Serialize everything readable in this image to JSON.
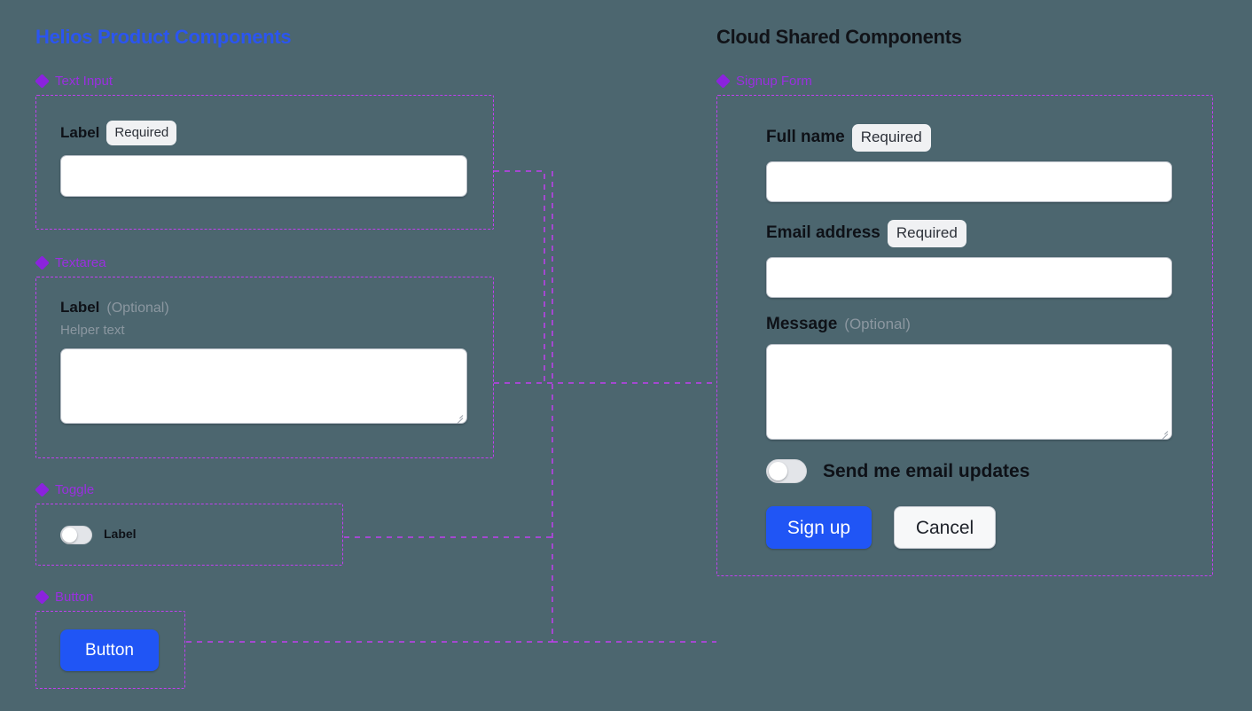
{
  "canvas": {
    "background_color": "#4c666f",
    "annotation_color": "#c13ff0",
    "label_color": "#9a2fe0"
  },
  "left_column": {
    "title": "Helios Product Components",
    "title_color": "#2b55f0",
    "sections": [
      {
        "icon": "component-diamond-icon",
        "label": "Text Input",
        "field": {
          "label": "Label",
          "badge": "Required",
          "value": "",
          "placeholder": ""
        }
      },
      {
        "icon": "component-diamond-icon",
        "label": "Textarea",
        "field": {
          "label": "Label",
          "optional_tag": "(Optional)",
          "helper_text": "Helper text",
          "value": "",
          "placeholder": ""
        }
      },
      {
        "icon": "component-diamond-icon",
        "label": "Toggle",
        "field": {
          "label": "Label",
          "state": "off"
        }
      },
      {
        "icon": "component-diamond-icon",
        "label": "Button",
        "field": {
          "label": "Button"
        }
      }
    ]
  },
  "right_column": {
    "title": "Cloud Shared Components",
    "title_color": "#111318",
    "section": {
      "icon": "component-diamond-icon",
      "label": "Signup Form"
    },
    "form": {
      "full_name": {
        "label": "Full name",
        "badge": "Required",
        "value": "",
        "placeholder": ""
      },
      "email": {
        "label": "Email address",
        "badge": "Required",
        "value": "",
        "placeholder": ""
      },
      "message": {
        "label": "Message",
        "optional_tag": "(Optional)",
        "value": "",
        "placeholder": ""
      },
      "newsletter_toggle": {
        "label": "Send me email updates",
        "state": "off"
      },
      "submit_button": {
        "label": "Sign up",
        "color": "#2055f5"
      },
      "cancel_button": {
        "label": "Cancel",
        "color": "#f7f8f9"
      }
    }
  }
}
